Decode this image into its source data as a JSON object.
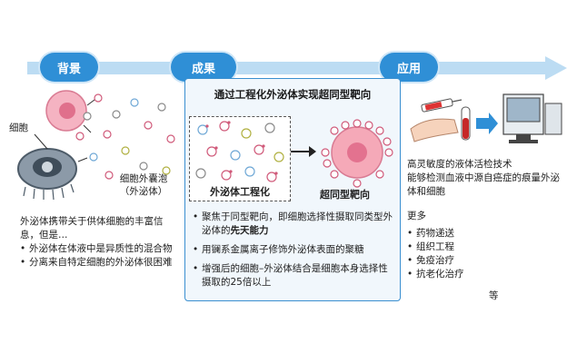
{
  "steps": [
    {
      "label": "背景"
    },
    {
      "label": "成果"
    },
    {
      "label": "应用"
    }
  ],
  "colors": {
    "accent": "#2f8fd6",
    "arrow": "#bcdcf3",
    "panel_bg": "#f1f7fc",
    "cancer_cell": "#f5a9b8"
  },
  "background": {
    "labels": {
      "cell": "细胞",
      "vesicle_line1": "细胞外囊泡",
      "vesicle_line2": "（外泌体）"
    },
    "intro": "外泌体携带关于供体细胞的丰富信息，但是…",
    "points": [
      "外泌体在体液中是异质性的混合物",
      "分离来自特定细胞的外泌体很困难"
    ]
  },
  "result": {
    "title": "通过工程化外泌体实现超同型靶向",
    "box_label": "外泌体工程化",
    "target_label": "超同型靶向",
    "points": [
      {
        "text": "聚焦于同型靶向，即细胞选择性摄取同类型外泌体的",
        "bold": "先天能力"
      },
      {
        "text": "用镧系金属离子修饰外泌体表面的聚糖",
        "bold": ""
      },
      {
        "text": "增强后的细胞–外泌体结合是细胞本身选择性摄取的25倍以上",
        "bold": ""
      }
    ]
  },
  "application": {
    "heading1": "高灵敏度的液体活检技术",
    "heading2": "能够检测血液中源自癌症的痕量外泌体和细胞",
    "more": "更多",
    "items": [
      "药物递送",
      "组织工程",
      "免疫治疗",
      "抗老化治疗"
    ],
    "etc": "等"
  }
}
